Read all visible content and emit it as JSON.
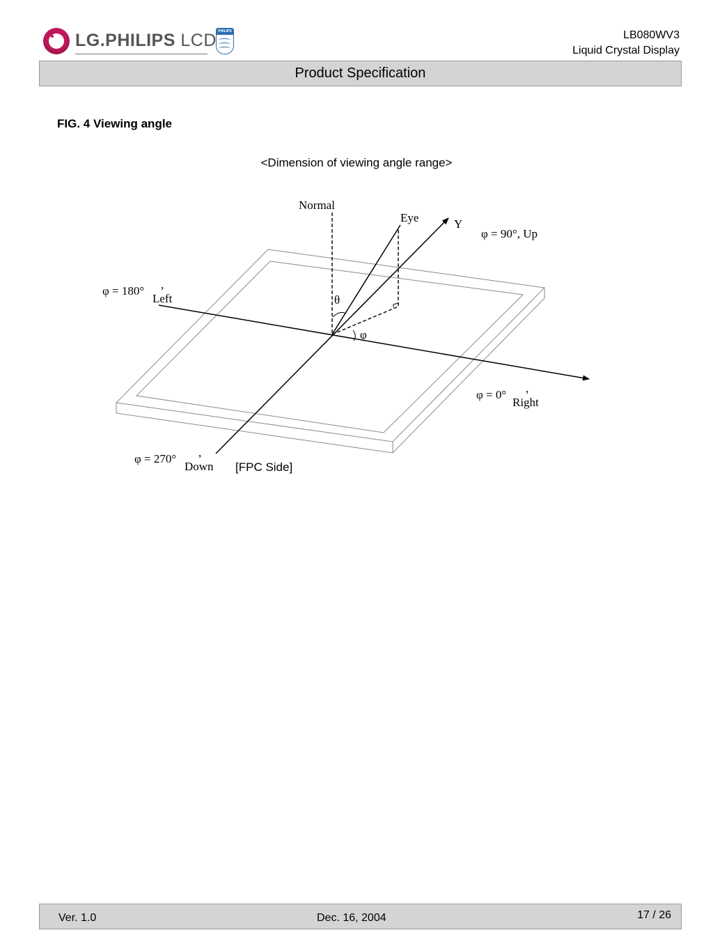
{
  "header": {
    "logo_text": "LG.PHILIPS",
    "logo_suffix": "LCD",
    "shield_text": "PHILIPS",
    "model": "LB080WV3",
    "product": "Liquid Crystal Display",
    "title": "Product Specification"
  },
  "figure": {
    "title": "FIG. 4 Viewing angle",
    "subtitle": "<Dimension of viewing angle range>",
    "labels": {
      "normal": "Normal",
      "eye": "Eye",
      "y_axis": "Y",
      "up": "φ = 90°, Up",
      "left_angle": "φ = 180°",
      "left_comma": ",",
      "left": "Left",
      "theta": "θ",
      "phi": "φ",
      "right_angle": "φ = 0°",
      "right_comma": ",",
      "right": "Right",
      "down_angle": "φ = 270°",
      "down_comma": ",",
      "down": "Down",
      "fpc_side": "[FPC Side]"
    }
  },
  "footer": {
    "version": "Ver. 1.0",
    "date": "Dec. 16, 2004",
    "page": "17 / 26"
  }
}
